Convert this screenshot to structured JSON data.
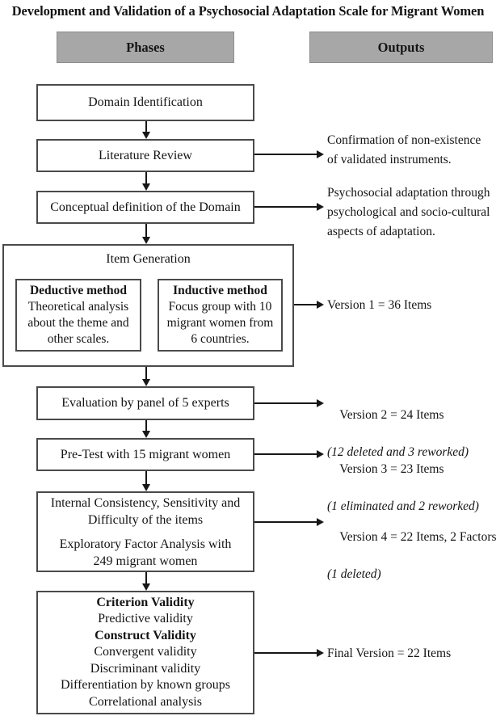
{
  "title": "Development and Validation of a Psychosocial Adaptation Scale for Migrant Women",
  "columns": {
    "phases": "Phases",
    "outputs": "Outputs"
  },
  "colors": {
    "header_bg": "#a7a7a7",
    "header_border": "#8d8d8d",
    "box_border": "#4a4a4a",
    "arrow": "#171717",
    "text": "#141414"
  },
  "phases": {
    "domain_identification": "Domain Identification",
    "literature_review": "Literature Review",
    "conceptual_definition": "Conceptual definition of the Domain",
    "item_generation": {
      "title": "Item Generation",
      "deductive": {
        "title": "Deductive method",
        "body": "Theoretical analysis\nabout the theme and\nother scales."
      },
      "inductive": {
        "title": "Inductive method",
        "body": "Focus group with 10\nmigrant women from\n6 countries."
      }
    },
    "expert_panel": "Evaluation by panel of 5 experts",
    "pretest": "Pre-Test with 15 migrant women",
    "psychometrics": {
      "p1": "Internal Consistency, Sensitivity and\nDifficulty of the items",
      "p2": "Exploratory Factor Analysis with\n249 migrant women"
    },
    "validity": {
      "lines": [
        "Criterion Validity",
        "Predictive validity",
        "Construct Validity",
        "Convergent validity",
        "Discriminant validity",
        "Differentiation by known groups",
        "Correlational analysis"
      ]
    }
  },
  "outputs": {
    "literature_review": "Confirmation of non-existence\nof validated instruments.",
    "conceptual_definition": "Psychosocial adaptation through\npsychological and socio-cultural\naspects of adaptation.",
    "version1": "Version 1 = 36 Items",
    "version2": {
      "main": "Version 2 = 24 Items",
      "note": "(12 deleted and 3 reworked)"
    },
    "version3": {
      "main": "Version 3 = 23 Items",
      "note": "(1 eliminated and 2 reworked)"
    },
    "version4": {
      "main": "Version 4 = 22 Items, 2 Factors",
      "note": "(1 deleted)"
    },
    "final": "Final Version = 22 Items"
  }
}
